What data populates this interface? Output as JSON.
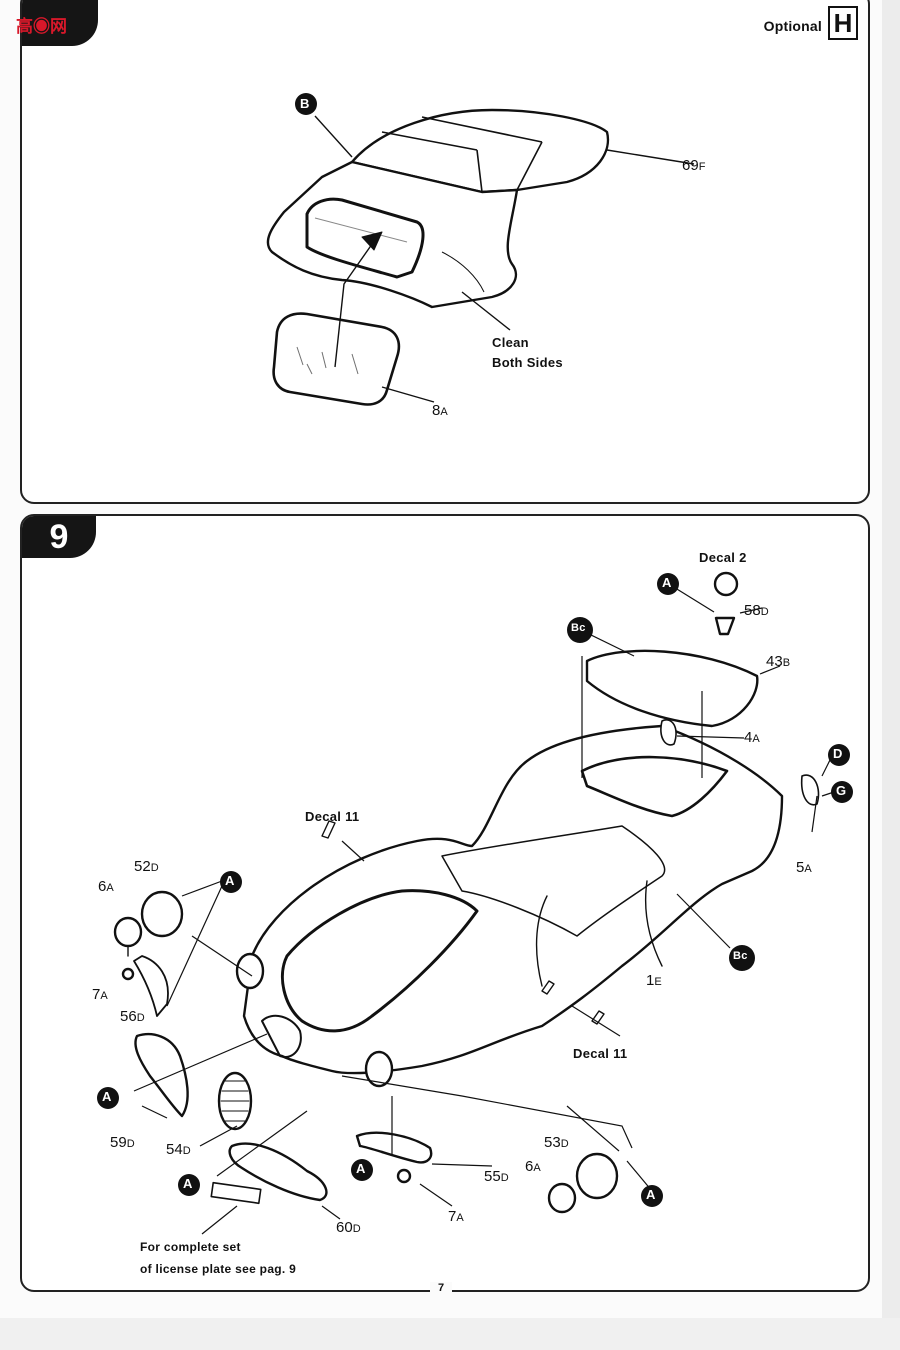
{
  "watermark": {
    "text": "高◉网"
  },
  "step_h": {
    "optional_label": "Optional",
    "letter": "H",
    "callouts": {
      "b": "B"
    },
    "parts": {
      "p69": "69",
      "p69s": "F",
      "p8": "8",
      "p8s": "A"
    },
    "note": {
      "line1": "Clean",
      "line2": "Both Sides"
    }
  },
  "step_9": {
    "number": "9",
    "decal_2": "Decal 2",
    "decal_11_top": "Decal 11",
    "decal_11_bottom": "Decal 11",
    "circles": {
      "A": "A",
      "Bc": "Bc",
      "D": "D",
      "G": "G"
    },
    "parts": [
      {
        "id": "58",
        "sub": "D"
      },
      {
        "id": "43",
        "sub": "B"
      },
      {
        "id": "4",
        "sub": "A"
      },
      {
        "id": "5",
        "sub": "A"
      },
      {
        "id": "52",
        "sub": "D"
      },
      {
        "id": "6",
        "sub": "A"
      },
      {
        "id": "7",
        "sub": "A"
      },
      {
        "id": "56",
        "sub": "D"
      },
      {
        "id": "1",
        "sub": "E"
      },
      {
        "id": "59",
        "sub": "D"
      },
      {
        "id": "54",
        "sub": "D"
      },
      {
        "id": "53",
        "sub": "D"
      },
      {
        "id": "6",
        "sub": "A"
      },
      {
        "id": "55",
        "sub": "D"
      },
      {
        "id": "7",
        "sub": "A"
      },
      {
        "id": "60",
        "sub": "D"
      }
    ],
    "note": {
      "line1": "For complete set",
      "line2": "of license plate see pag. 9"
    }
  },
  "page_number": "7"
}
